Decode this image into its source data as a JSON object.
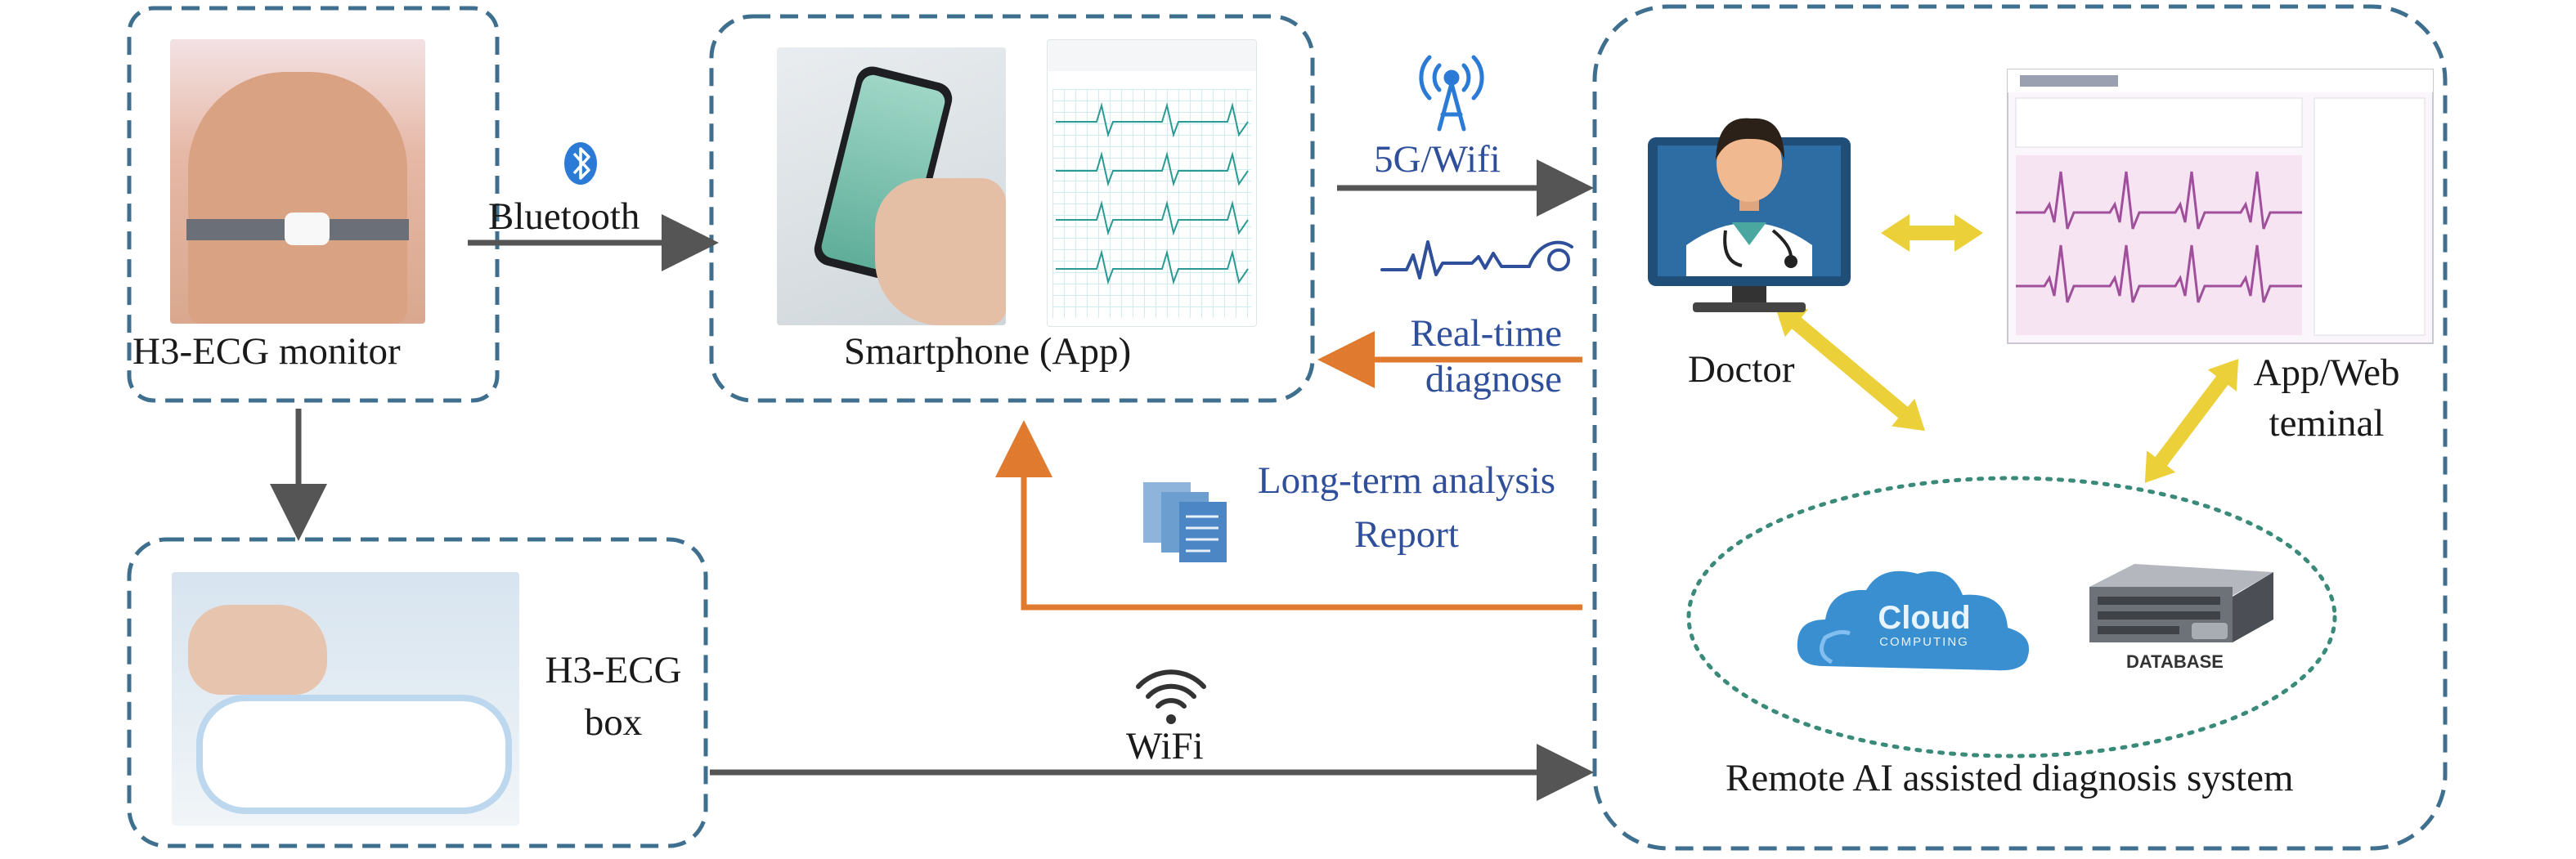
{
  "panels": {
    "monitor_label": "H3-ECG monitor",
    "smartphone_label": "Smartphone (App)",
    "box_label_line1": "H3-ECG",
    "box_label_line2": "box",
    "system_label": "Remote AI assisted diagnosis system"
  },
  "links": {
    "bluetooth": "Bluetooth",
    "network": "5G/Wifi",
    "realtime_line1": "Real-time",
    "realtime_line2": "diagnose",
    "report_line1": "Long-term analysis",
    "report_line2": "Report",
    "wifi": "WiFi"
  },
  "remote": {
    "doctor": "Doctor",
    "terminal_line1": "App/Web",
    "terminal_line2": "teminal",
    "cloud_line1": "Cloud",
    "cloud_line2": "COMPUTING",
    "database": "DATABASE"
  },
  "colors": {
    "panel_border": "#3f6f8e",
    "arrow_gray": "#555555",
    "arrow_orange": "#e07a2e",
    "arrow_yellow": "#ecd03a",
    "text_blue": "#2f4f9a",
    "cloud_blue": "#3a8fd0"
  }
}
